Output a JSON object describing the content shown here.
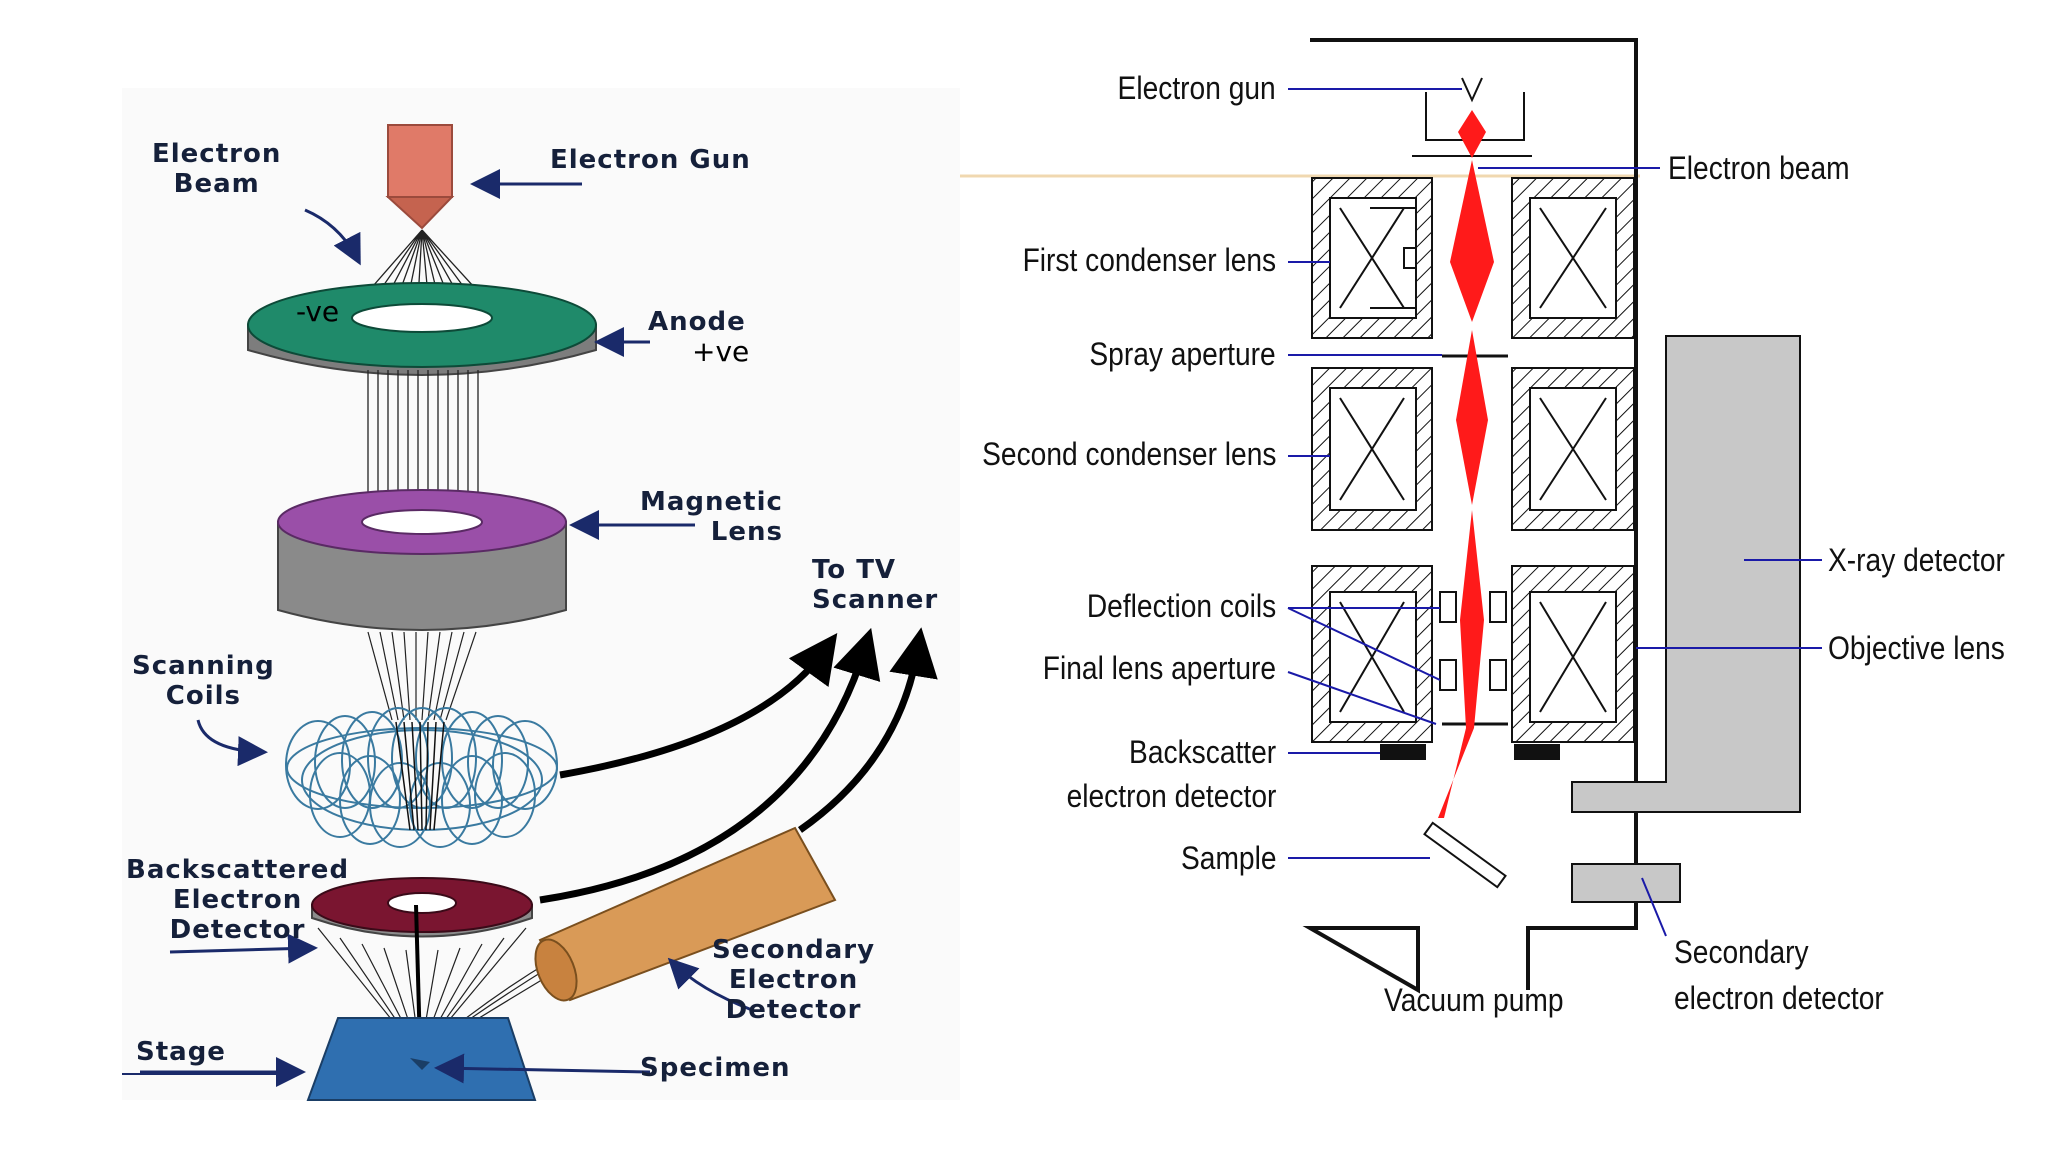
{
  "left_diagram": {
    "labels": {
      "electron_beam": "Electron\nBeam",
      "electron_gun": "Electron Gun",
      "anode": "Anode",
      "negative": "-ve",
      "positive": "+ve",
      "magnetic_lens": "Magnetic\nLens",
      "to_tv_scanner": "To TV\nScanner",
      "scanning_coils": "Scanning\nCoils",
      "backscattered_detector": "Backscattered\nElectron\nDetector",
      "secondary_detector": "Secondary\nElectron\nDetector",
      "stage": "Stage",
      "specimen": "Specimen"
    },
    "colors": {
      "gun": "#e07a68",
      "anode_top": "#1f8a6a",
      "lens_top": "#9a4fa8",
      "ring_side": "#8c8c8c",
      "detector_top": "#7a1530",
      "stage": "#2f6fb0",
      "arrows": "#1a2a6a"
    }
  },
  "right_diagram": {
    "labels": {
      "electron_gun": "Electron gun",
      "electron_beam": "Electron beam",
      "first_condenser_lens": "First condenser lens",
      "spray_aperture": "Spray aperture",
      "second_condenser_lens": "Second condenser lens",
      "xray_detector": "X-ray detector",
      "deflection_coils": "Deflection coils",
      "final_lens_aperture": "Final lens aperture",
      "objective_lens": "Objective lens",
      "backscatter_detector_1": "Backscatter",
      "backscatter_detector_2": "electron detector",
      "sample": "Sample",
      "vacuum_pump": "Vacuum pump",
      "secondary_detector_1": "Secondary",
      "secondary_detector_2": "electron detector"
    },
    "colors": {
      "beam": "#ff1a1a",
      "leader_lines": "#1a1aa8",
      "detector_fill": "#c8c8c8",
      "outline": "#111111"
    }
  }
}
